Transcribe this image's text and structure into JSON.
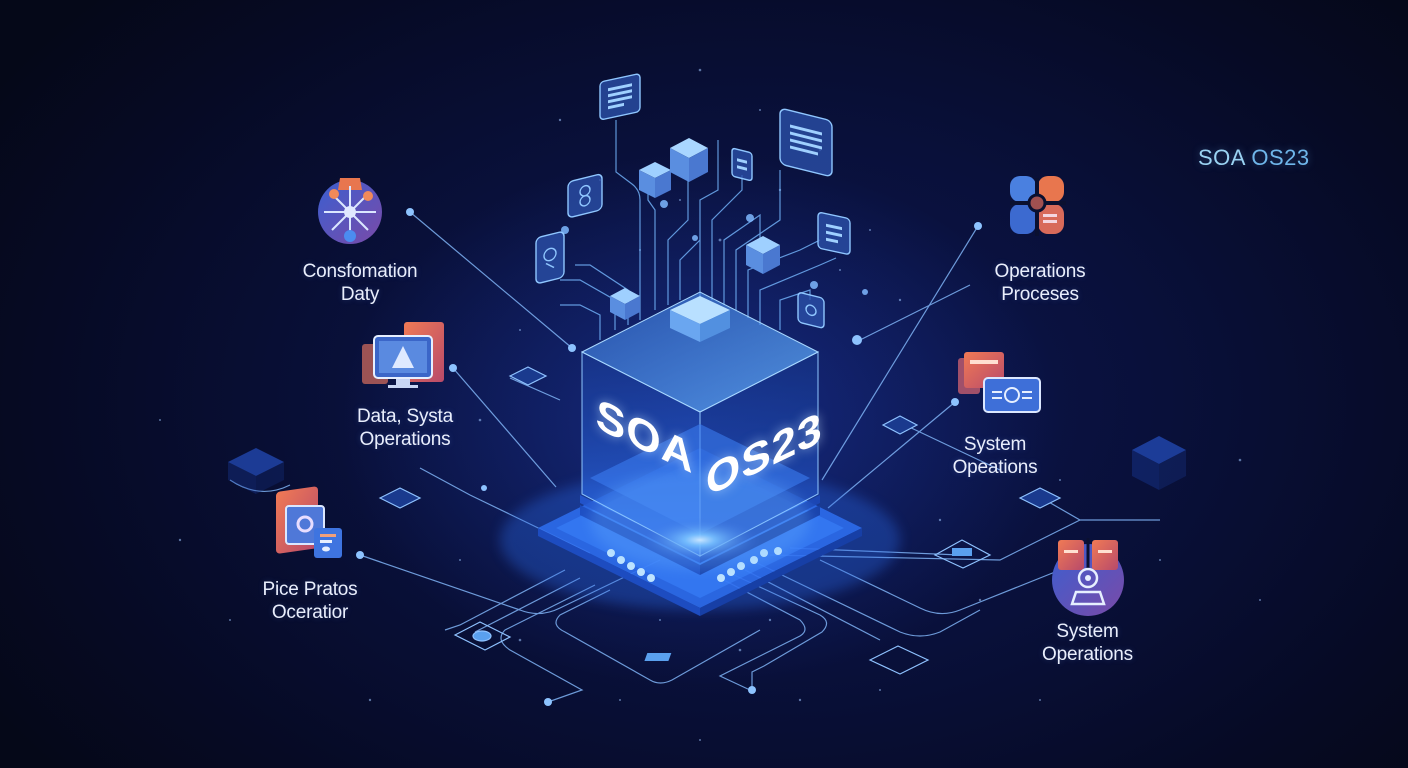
{
  "brand": {
    "part1": "SOA",
    "part2": "OS23"
  },
  "center": {
    "label_left": "SOA",
    "label_right": "OS23",
    "colors": {
      "glow": "#5fb0ff",
      "face_left": "#1f5bd6",
      "face_right": "#1846b8",
      "top": "#66b8ff"
    }
  },
  "nodes": [
    {
      "id": "confsomation",
      "icon": "radial-hub-icon",
      "lines": [
        "Consfomation",
        "Daty"
      ]
    },
    {
      "id": "data-system",
      "icon": "monitor-stack-icon",
      "lines": [
        "Data, Systa",
        "Operations"
      ]
    },
    {
      "id": "pice-pratos",
      "icon": "document-window-icon",
      "lines": [
        "Pice Pratos",
        "Oceratior"
      ]
    },
    {
      "id": "operations-proceses",
      "icon": "process-cluster-icon",
      "lines": [
        "Operations",
        "Proceses"
      ]
    },
    {
      "id": "system-opeations",
      "icon": "server-card-icon",
      "lines": [
        "System",
        "Opeations"
      ]
    },
    {
      "id": "system-operations",
      "icon": "webcam-device-icon",
      "lines": [
        "System",
        "Operations"
      ]
    }
  ],
  "colors": {
    "background": "#070b24",
    "line": "#8fc2ff",
    "accent_orange": "#e0664a",
    "accent_blue": "#3c78e0",
    "text": "#e9eefc"
  }
}
